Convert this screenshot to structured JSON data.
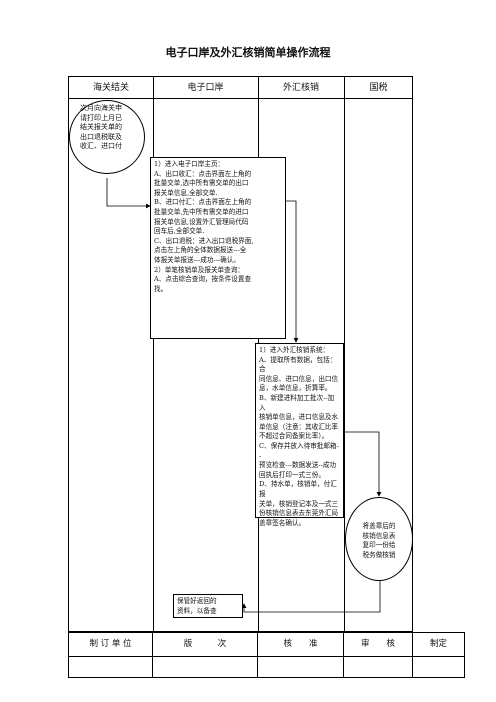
{
  "title": "电子口岸及外汇核销简单操作流程",
  "lanes": [
    "海关结关",
    "电子口岸",
    "外汇核销",
    "国税"
  ],
  "customs_note": "次月向海关申\n请打印上月已\n结关报关单的\n出口退税联及\n收汇、进口付",
  "eport_steps": "1）进入电子口岸主页：\nA、出口收汇：点击界面左上角的\n批量交单,选中所有需交单的出口\n报关单信息,全部交单.\nB、进口付汇：点击界面左上角的\n批量交单,先中所有需交单的进口\n报关单信息,设置外汇管理局代码\n回车后,全部交单.\nC、出口退税：进入出口退税界面,\n点击左上角的全体数据报送---全\n体报关单报送---成功---确认。\n2）单笔核销单及报关单查询：\nA、点击综合查询，按条件设置查\n找。",
  "forex_steps": "1）进入外汇核销系统：\nA、提取所有数据，包括：合\n同信息、进口信息，出口信\n息，水单信息，折算率。\nB、新建进料加工批次--加入\n核销单信息，进口信息及水\n单信息（注意：其收汇比率\n不超过合同备案比率）。\nC、保存并放入待审批邮箱--\n预览检查---数据发送--成功\n回执后打印一式三份。\nD、持水单，核销单，付汇报\n关单，核销登记本及一式三\n份核销信息表去东莞外汇局\n盖章签名确认。",
  "tax_note": "将盖章后的\n核销信息表\n复印一份给\n税务做核销",
  "archive_note": "保管好返回的\n资料，以备查",
  "footer": {
    "headers": [
      "制 订 单 位",
      "版　　　次",
      "核　　准",
      "审　　核",
      "制定"
    ]
  }
}
